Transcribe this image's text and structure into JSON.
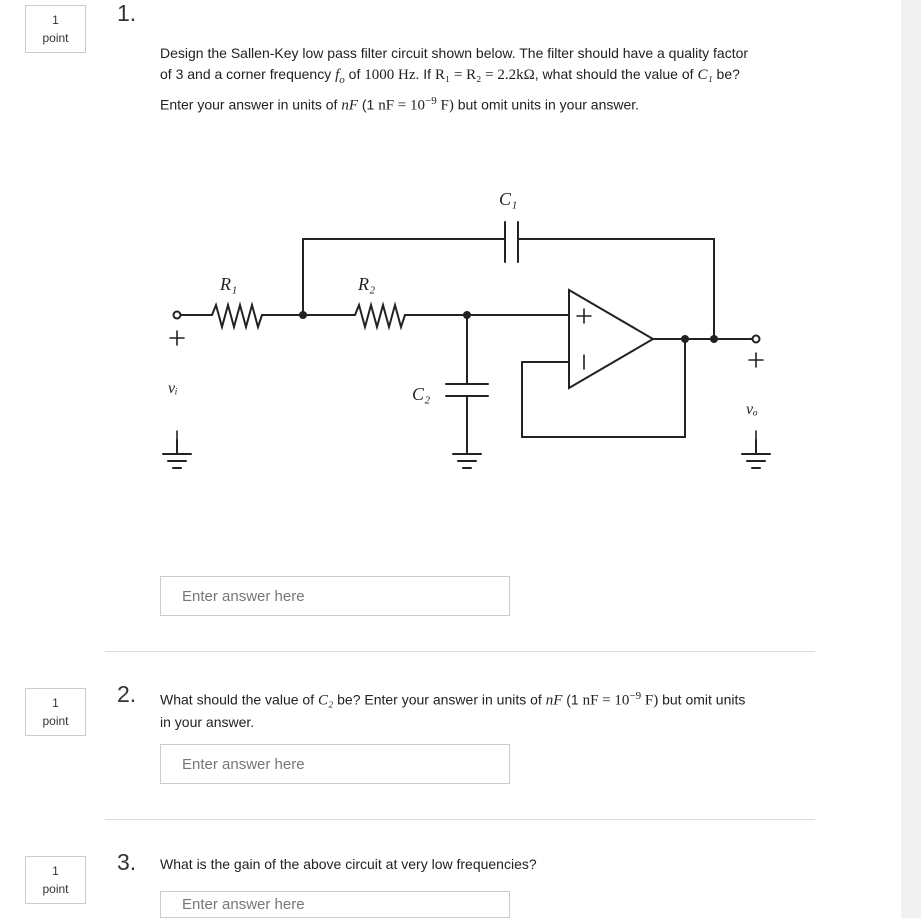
{
  "questions": [
    {
      "number": "1.",
      "points_value": "1",
      "points_label": "point",
      "text_parts": {
        "p1": "Design the Sallen-Key low pass filter circuit shown below. The filter should have a quality factor of 3 and a corner frequency",
        "fo": "f",
        "fo_sub": "o",
        "p2": " of ",
        "freq": "1000 Hz",
        "p3": ". If ",
        "r_eq": "R₁ = R₂ = 2.2kΩ",
        "p4": ", what should the value of ",
        "c1": "C₁",
        "p5": " be? Enter your answer in units of ",
        "nf": "nF",
        "p6": " (1 ",
        "nf_def": "nF = 10",
        "exp": "−9",
        "f_unit": " F)",
        "p7": " but omit units in your answer."
      },
      "answer_placeholder": "Enter answer here",
      "circuit": {
        "labels": {
          "c1": "C₁",
          "r1": "R₁",
          "r2": "R₂",
          "c2": "C₂",
          "vi": "vᵢ",
          "vo": "vₒ",
          "plus_in": "+",
          "minus_in": "−",
          "plus_out": "+",
          "minus_out": "−",
          "opamp_plus": "+",
          "opamp_minus": "−"
        }
      }
    },
    {
      "number": "2.",
      "points_value": "1",
      "points_label": "point",
      "text_parts": {
        "p1": "What should the value of ",
        "c2": "C₂",
        "p2": " be? Enter your answer in units of ",
        "nf": "nF",
        "p3": " (1 ",
        "nf_def": "nF = 10",
        "exp": "−9",
        "f_unit": " F)",
        "p4": " but omit units in your answer."
      },
      "answer_placeholder": "Enter answer here"
    },
    {
      "number": "3.",
      "points_value": "1",
      "points_label": "point",
      "text": "What is the gain of the above circuit at very low frequencies?",
      "answer_placeholder": "Enter answer here"
    }
  ]
}
